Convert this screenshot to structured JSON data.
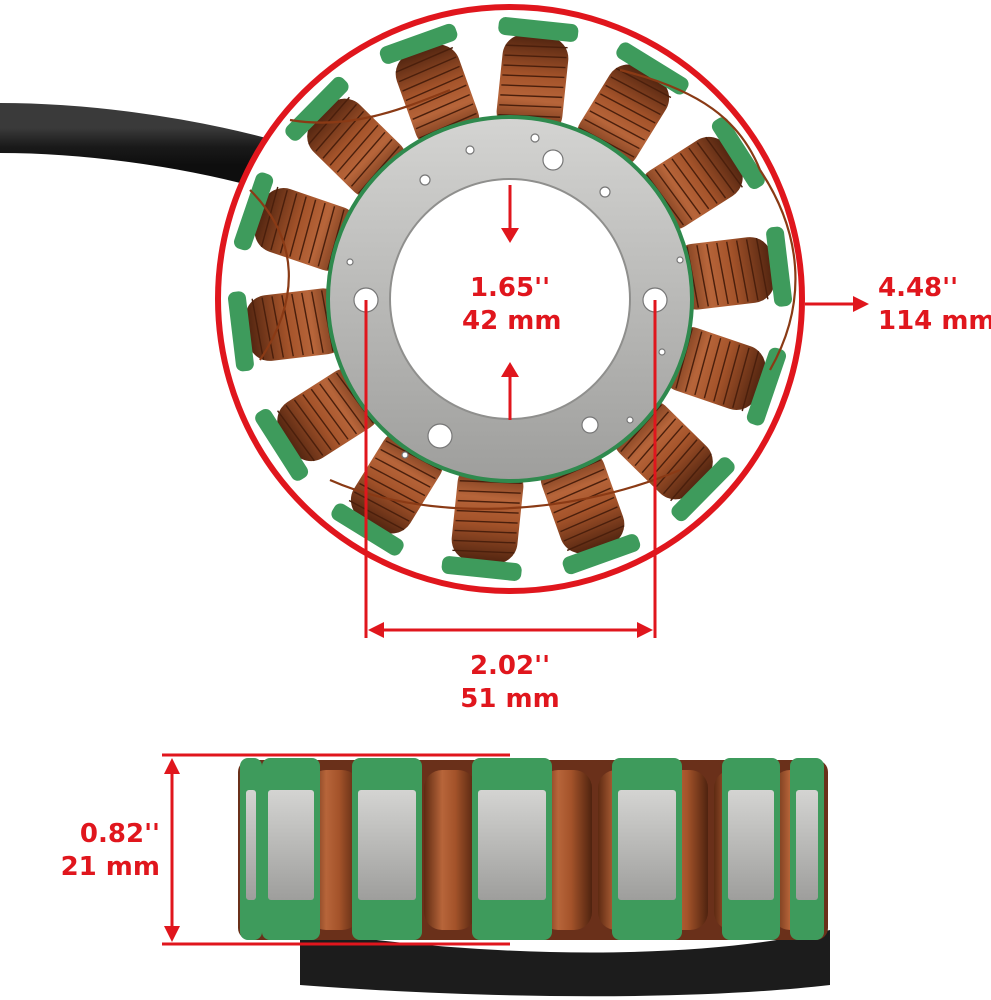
{
  "colors": {
    "accent": "#e0161d",
    "copper": "#a4532a",
    "copper_dark": "#5e2a12",
    "insulator_green": "#3e9b5c",
    "steel": "#b9b9b7",
    "cable": "#232323"
  },
  "dimensions": {
    "outer_diameter": {
      "inch": "4.48''",
      "mm": "114 mm"
    },
    "inner_diameter": {
      "inch": "1.65''",
      "mm": "42 mm"
    },
    "hole_spacing": {
      "inch": "2.02''",
      "mm": "51 mm"
    },
    "thickness": {
      "inch": "0.82''",
      "mm": "21 mm"
    }
  },
  "stator": {
    "pole_count": 14
  }
}
